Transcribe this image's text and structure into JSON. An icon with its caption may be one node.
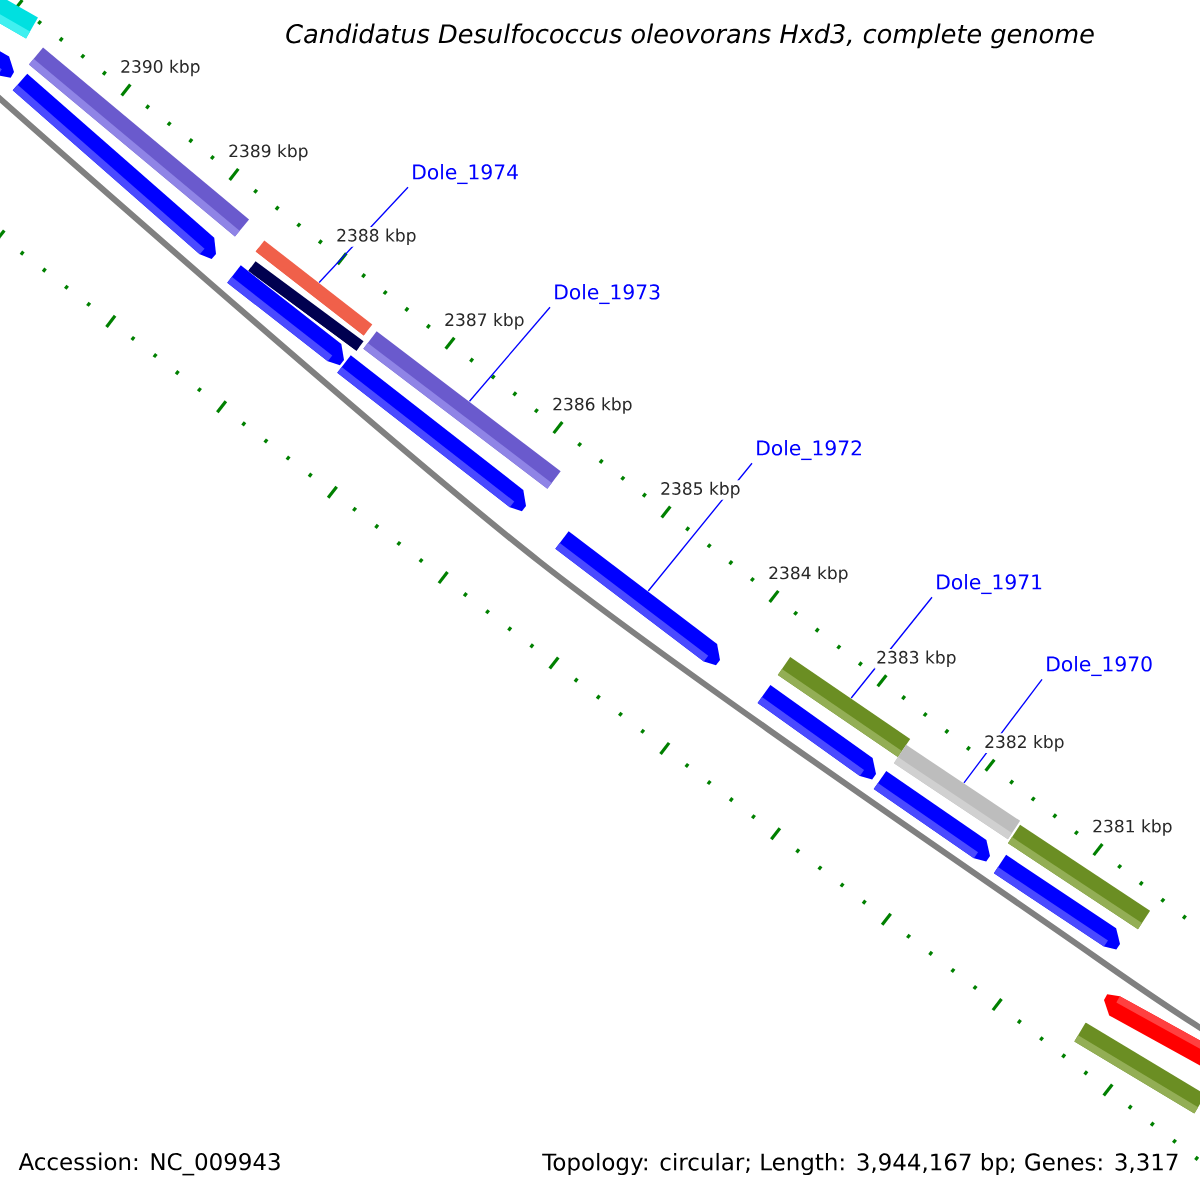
{
  "diagram": {
    "title": "Candidatus Desulfococcus oleovorans Hxd3, complete genome",
    "nodes": [
      {
        "text": [
          "Dole_1974"
        ]
      },
      {
        "text": [
          "Dole_1973"
        ]
      },
      {
        "text": [
          "Dole_1972"
        ]
      },
      {
        "text": [
          "Dole_1971"
        ]
      },
      {
        "text": [
          "Dole_1970"
        ]
      },
      {
        "text": [],
        "shape": "bar"
      },
      {
        "text": [],
        "shape": "bar"
      },
      {
        "text": [],
        "shape": "bar"
      },
      {
        "text": [],
        "shape": "bar"
      },
      {
        "text": [],
        "shape": "bar"
      },
      {
        "text": [],
        "shape": "bar"
      },
      {
        "text": [],
        "shape": "bar"
      },
      {
        "text": [],
        "shape": "bar"
      },
      {
        "text": [],
        "shape": "bar"
      },
      {
        "text": [],
        "shape": "bar"
      },
      {
        "text": [],
        "shape": "bar"
      },
      {
        "text": [],
        "shape": "bar"
      },
      {
        "text": [],
        "shape": "bar"
      },
      {
        "text": [],
        "shape": "bar"
      },
      {
        "text": [],
        "shape": "bar"
      },
      {
        "text": [],
        "shape": "bar"
      },
      {
        "text": [],
        "shape": "bar"
      },
      {
        "text": [],
        "shape": "bar"
      }
    ],
    "edges": [
      {
        "from": 0,
        "to": 11,
        "arrow": "none"
      },
      {
        "from": 1,
        "to": 13,
        "arrow": "none"
      },
      {
        "from": 2,
        "to": 14,
        "arrow": "none"
      },
      {
        "from": 3,
        "to": 16,
        "arrow": "none"
      },
      {
        "from": 4,
        "to": 18,
        "arrow": "none"
      }
    ],
    "labels": [
      "2390 kbp",
      "2389 kbp",
      "2388 kbp",
      "2387 kbp",
      "2386 kbp",
      "2385 kbp",
      "2384 kbp",
      "2383 kbp",
      "2382 kbp",
      "2381 kbp",
      "Accession: NC_009943",
      "Topology: circular; Length: 3,944,167 bp; Genes: 3,317"
    ]
  }
}
